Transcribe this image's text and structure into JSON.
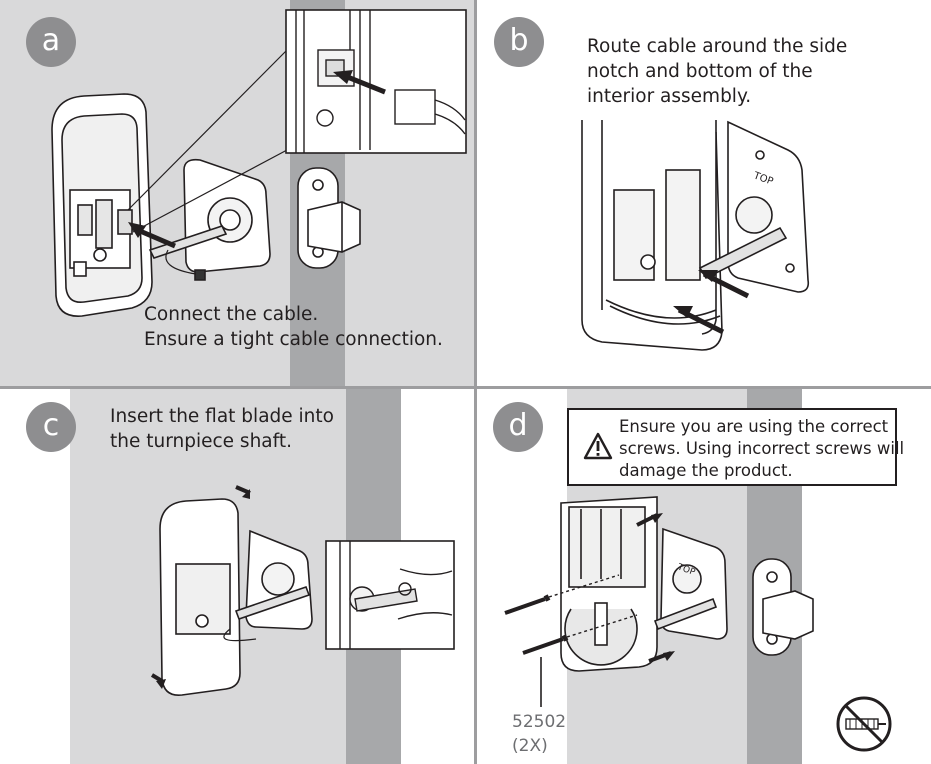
{
  "panels": {
    "a": {
      "badge": "a",
      "caption": [
        "Connect the cable.",
        "Ensure a tight cable connection."
      ]
    },
    "b": {
      "badge": "b",
      "caption": [
        "Route cable around the side",
        "notch and bottom of the",
        "interior assembly."
      ]
    },
    "c": {
      "badge": "c",
      "caption": [
        "Insert the flat blade into",
        "the turnpiece shaft."
      ]
    },
    "d": {
      "badge": "d",
      "warning": [
        "Ensure you are using the correct",
        "screws. Using incorrect screws will",
        "damage the product."
      ],
      "part_number": "52502",
      "quantity": "(2X)",
      "labels": {
        "top_mark": "TOP"
      }
    }
  },
  "colors": {
    "panel_bg": "#d9d9da",
    "door_edge": "#a7a8aa",
    "badge": "#8e8e90",
    "divider": "#9d9d9f",
    "ink": "#231f20"
  },
  "icons": [
    "warning-triangle-icon",
    "no-drill-icon"
  ]
}
